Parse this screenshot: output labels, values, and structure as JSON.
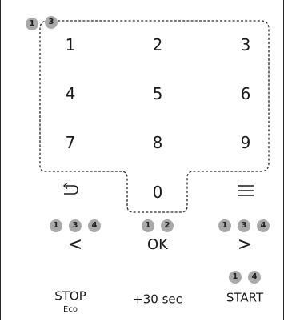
{
  "keypad": {
    "digits": [
      "1",
      "2",
      "3",
      "4",
      "5",
      "6",
      "7",
      "8",
      "9",
      "0"
    ],
    "corner_badges": [
      "1",
      "3"
    ]
  },
  "nav": {
    "back_icon": "back-arrow-icon",
    "menu_icon": "hamburger-menu-icon",
    "left_badges": [
      "1",
      "3",
      "4"
    ],
    "ok_badges": [
      "1",
      "2"
    ],
    "right_badges": [
      "1",
      "3",
      "4"
    ],
    "left_arrow": "<",
    "ok_label": "OK",
    "right_arrow": ">"
  },
  "controls": {
    "stop_label": "STOP",
    "stop_sub": "Eco",
    "plus30_label": "+30 sec",
    "start_badges": [
      "1",
      "4"
    ],
    "start_label": "START"
  },
  "colors": {
    "badge_fill": "#a9a9a9",
    "outline": "#2a2a2a"
  }
}
